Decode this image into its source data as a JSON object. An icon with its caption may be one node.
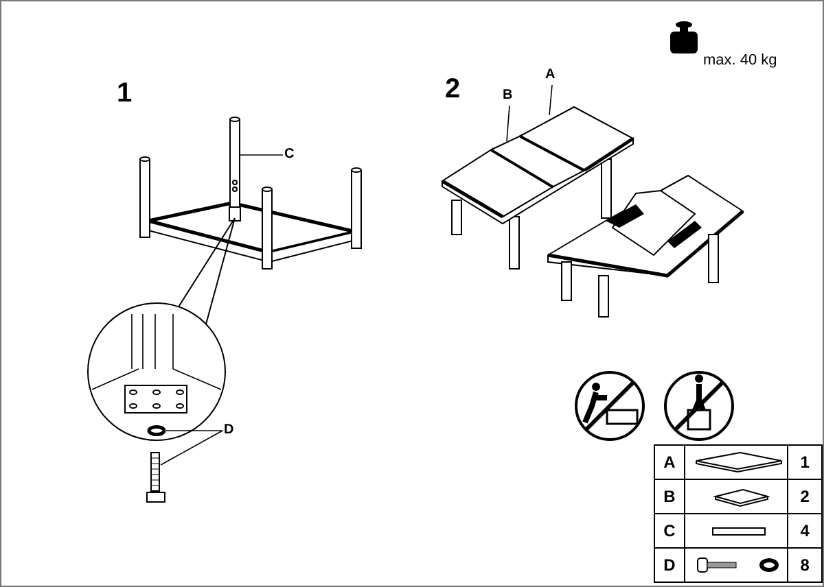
{
  "diagram": {
    "nodes": [
      {
        "text": [
          "C"
        ]
      },
      {
        "text": [],
        "shape": "picture"
      },
      {
        "text": [
          "D"
        ]
      },
      {
        "text": [],
        "shape": "circle"
      },
      {
        "text": [],
        "shape": "picture"
      },
      {
        "text": [
          "B"
        ]
      },
      {
        "text": [],
        "shape": "picture"
      },
      {
        "text": [
          "A"
        ]
      },
      {
        "text": [],
        "shape": "picture"
      }
    ],
    "edges": [
      {
        "from": 0,
        "to": 1,
        "arrow": "none"
      },
      {
        "from": 2,
        "to": 3,
        "arrow": "none"
      },
      {
        "from": 2,
        "to": 4,
        "arrow": "none"
      },
      {
        "from": 5,
        "to": 6,
        "arrow": "none"
      },
      {
        "from": 7,
        "to": 8,
        "arrow": "none"
      }
    ],
    "labels": [
      "1",
      "2",
      "max. 40 kg",
      "A",
      "1",
      "B",
      "2",
      "C",
      "4",
      "D",
      "8"
    ]
  }
}
